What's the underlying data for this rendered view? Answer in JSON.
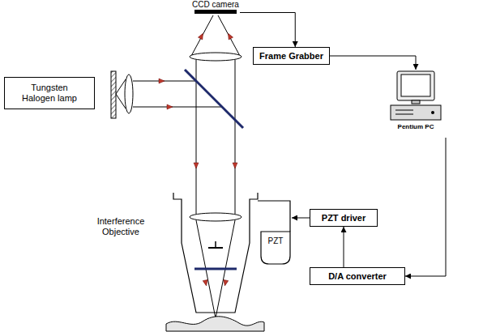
{
  "diagram": {
    "nodes": [
      {
        "text": [
          "CCD camera"
        ]
      },
      {
        "text": [
          "Frame Grabber"
        ]
      },
      {
        "text": [
          "Pentium PC"
        ]
      },
      {
        "text": [
          "Tungsten Halogen lamp"
        ]
      },
      {
        "text": [
          "Interference Objective"
        ]
      },
      {
        "text": [
          "PZT"
        ]
      },
      {
        "text": [
          "PZT driver"
        ]
      },
      {
        "text": [
          "D/A converter"
        ]
      }
    ],
    "edges": [
      {
        "from": 0,
        "to": 1,
        "arrow": "to"
      },
      {
        "from": 1,
        "to": 2,
        "arrow": "to"
      },
      {
        "from": 2,
        "to": 7,
        "arrow": "to"
      },
      {
        "from": 7,
        "to": 6,
        "arrow": "to"
      },
      {
        "from": 6,
        "to": 5,
        "arrow": "to"
      }
    ]
  }
}
